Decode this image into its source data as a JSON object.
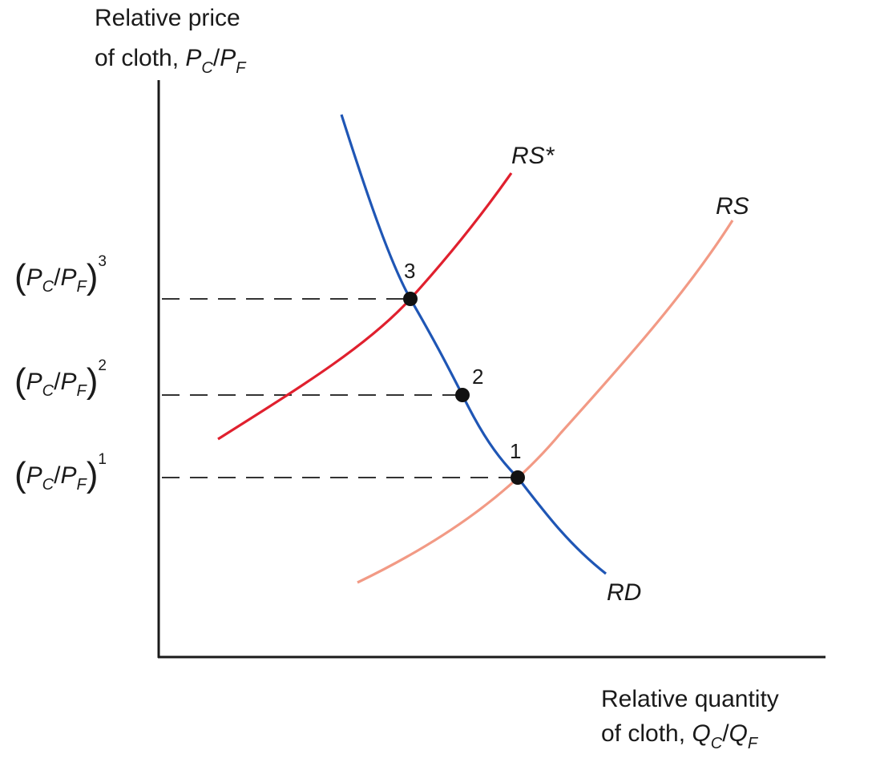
{
  "diagram": {
    "y_axis_title": {
      "line1": "Relative price",
      "line2_prefix": "of cloth, ",
      "var1": "P",
      "var1_sub": "C",
      "slash": "/",
      "var2": "P",
      "var2_sub": "F"
    },
    "x_axis_title": {
      "line1": "Relative quantity",
      "line2_prefix": "of cloth, ",
      "var1": "Q",
      "var1_sub": "C",
      "slash": "/",
      "var2": "Q",
      "var2_sub": "F"
    },
    "curves": [
      {
        "name": "RD",
        "label": "RD",
        "color": "#1f56b5"
      },
      {
        "name": "RS",
        "label": "RS",
        "color": "#f29a85"
      },
      {
        "name": "RS*",
        "label": "RS*",
        "color": "#e0202e"
      }
    ],
    "price_levels": [
      {
        "point": "1",
        "lparen": "(",
        "rparen": ")",
        "var1": "P",
        "sub1": "C",
        "slash": "/",
        "var2": "P",
        "sub2": "F",
        "superscript": "1"
      },
      {
        "point": "2",
        "lparen": "(",
        "rparen": ")",
        "var1": "P",
        "sub1": "C",
        "slash": "/",
        "var2": "P",
        "sub2": "F",
        "superscript": "2"
      },
      {
        "point": "3",
        "lparen": "(",
        "rparen": ")",
        "var1": "P",
        "sub1": "C",
        "slash": "/",
        "var2": "P",
        "sub2": "F",
        "superscript": "3"
      }
    ],
    "points": [
      {
        "label": "1",
        "on": [
          "RD",
          "RS"
        ]
      },
      {
        "label": "2",
        "on": [
          "RD"
        ]
      },
      {
        "label": "3",
        "on": [
          "RD",
          "RS*"
        ]
      }
    ],
    "colors": {
      "axis": "#1a1a1a",
      "dashes": "#333333",
      "points": "#111111"
    }
  }
}
